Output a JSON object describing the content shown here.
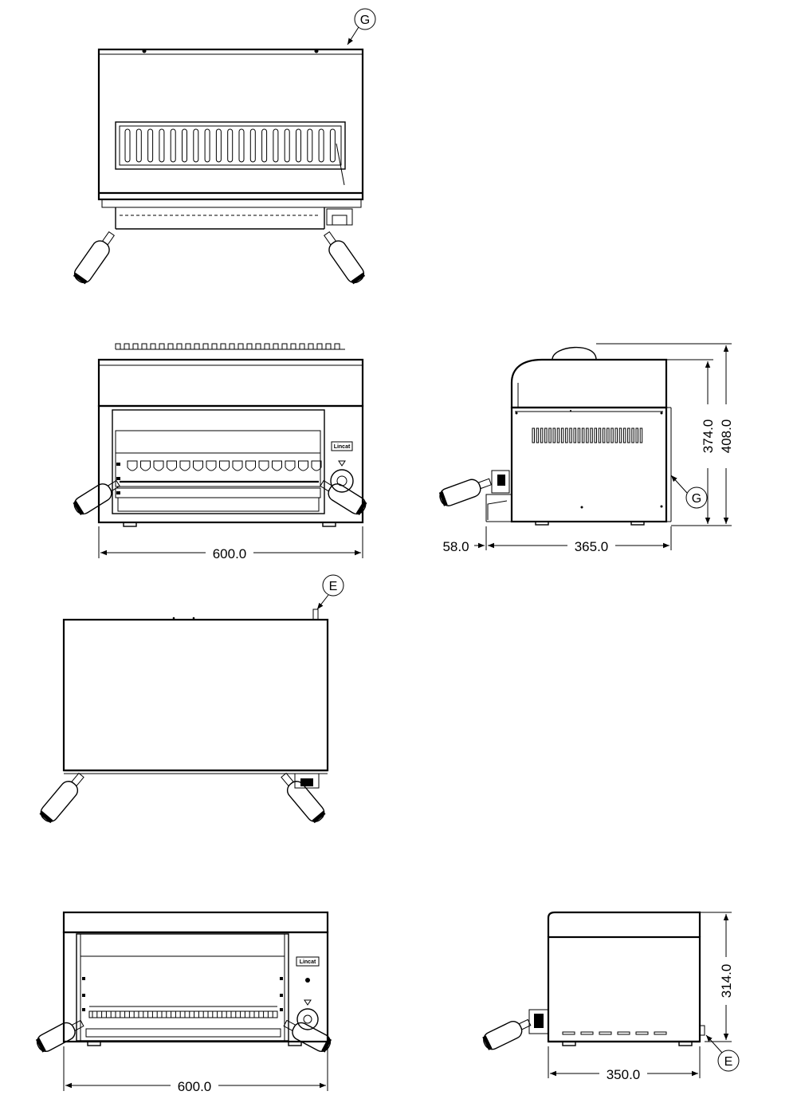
{
  "callouts": {
    "g_top": "G",
    "g_side": "G",
    "e_top": "E",
    "e_side": "E"
  },
  "dimensions": {
    "width_front_a": "600.0",
    "width_front_b": "600.0",
    "height_total": "408.0",
    "height_body": "374.0",
    "depth_a": "365.0",
    "handle_offset": "58.0",
    "depth_b": "350.0",
    "height_b": "314.0"
  },
  "brand_plate": {
    "logo_a": "Lincat",
    "logo_b": "Lincat"
  }
}
